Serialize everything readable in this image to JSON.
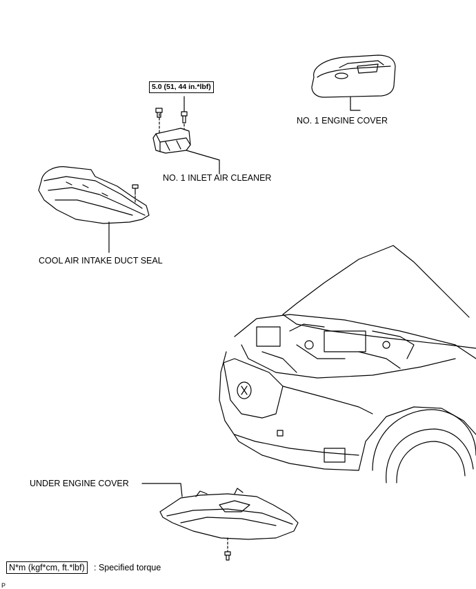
{
  "labels": {
    "engine_cover": "NO. 1 ENGINE COVER",
    "inlet_air_cleaner": "NO. 1 INLET AIR CLEANER",
    "cool_air_duct_seal": "COOL AIR INTAKE DUCT SEAL",
    "under_engine_cover": "UNDER ENGINE COVER"
  },
  "torque_spec": "5.0 (51, 44 in.*lbf)",
  "legend": {
    "unit": "N*m (kgf*cm, ft.*lbf)",
    "description": ": Specified torque"
  },
  "figure_code": "P"
}
